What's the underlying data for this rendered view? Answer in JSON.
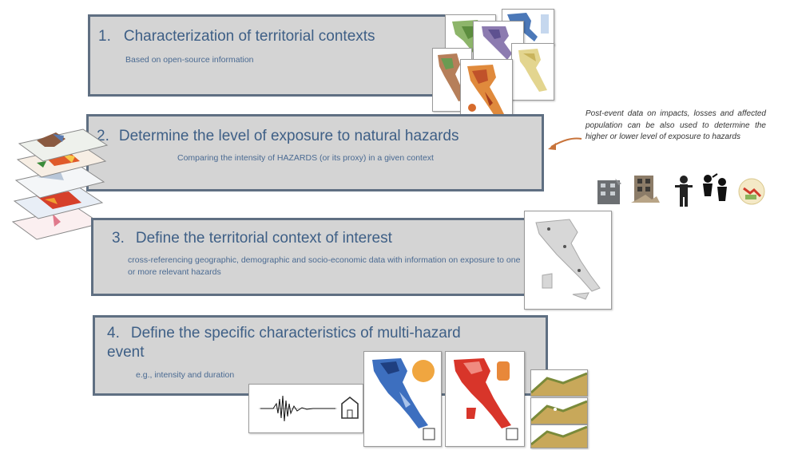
{
  "steps": [
    {
      "number": "1.",
      "title": "Characterization of territorial contexts",
      "subtitle": "Based on open-source information"
    },
    {
      "number": "2.",
      "title": "Determine the level of exposure to natural hazards",
      "subtitle": "Comparing the intensity of HAZARDS (or its proxy) in a given context"
    },
    {
      "number": "3.",
      "title": "Define the territorial context of interest",
      "subtitle": "cross-referencing geographic, demographic and socio-economic data with information on exposure to one or more relevant hazards"
    },
    {
      "number": "4.",
      "title_line1": "Define the specific characteristics of multi-hazard",
      "title_line2": "event",
      "subtitle": "e.g., intensity and duration"
    }
  ],
  "side_note": "Post-event data on impacts, losses and affected population can be also used to determine the higher or lower level of exposure to hazards",
  "icons": [
    "damaged-building-icon",
    "collapsed-building-icon",
    "injured-person-icon",
    "affected-people-icon",
    "economic-loss-icon"
  ],
  "colors": {
    "box_fill": "#d4d4d4",
    "box_border": "#5f6f82",
    "title_text": "#3e5f86",
    "arrow": "#c8733a"
  }
}
